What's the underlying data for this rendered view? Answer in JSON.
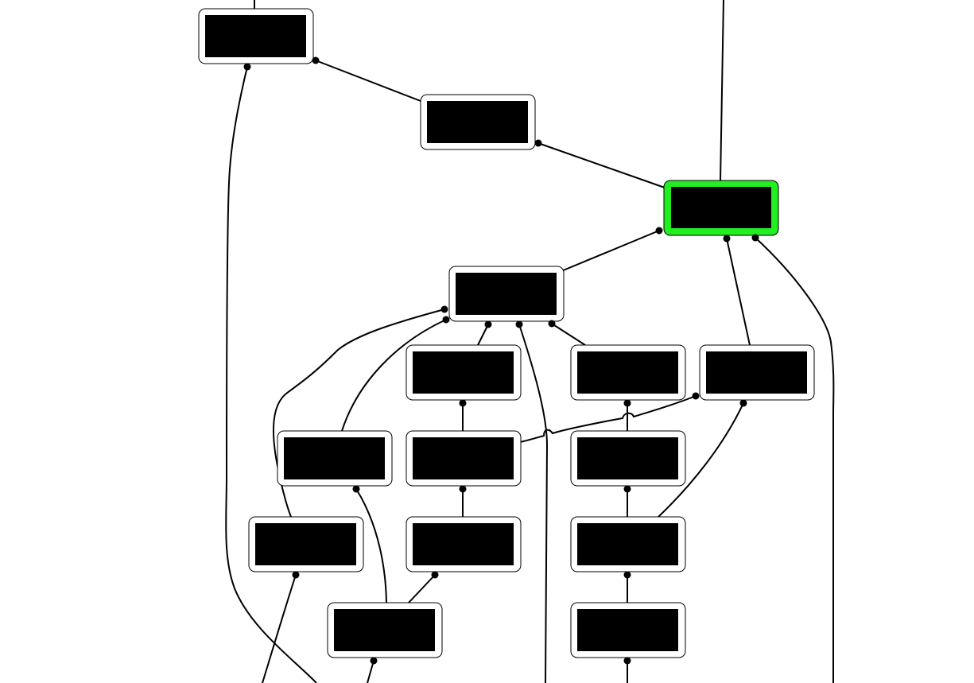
{
  "diagram": {
    "background": "#ffffff",
    "node_fill": "#ffffff",
    "node_border": "#000000",
    "label_fill": "#000000",
    "selected_highlight": "#22ee22",
    "nodes": [
      {
        "id": "n1",
        "label": "",
        "selected": false
      },
      {
        "id": "n2",
        "label": "",
        "selected": false
      },
      {
        "id": "n3",
        "label": "",
        "selected": true
      },
      {
        "id": "n4",
        "label": "",
        "selected": false
      },
      {
        "id": "n5",
        "label": "",
        "selected": false
      },
      {
        "id": "n6",
        "label": "",
        "selected": false
      },
      {
        "id": "n7",
        "label": "",
        "selected": false
      },
      {
        "id": "n8",
        "label": "",
        "selected": false
      },
      {
        "id": "n9",
        "label": "",
        "selected": false
      },
      {
        "id": "n10",
        "label": "",
        "selected": false
      },
      {
        "id": "n11",
        "label": "",
        "selected": false
      },
      {
        "id": "n12",
        "label": "",
        "selected": false
      },
      {
        "id": "n13",
        "label": "",
        "selected": false
      },
      {
        "id": "n14",
        "label": "",
        "selected": false
      },
      {
        "id": "n15",
        "label": "",
        "selected": false
      }
    ],
    "edges": [
      {
        "from": "n1",
        "to": "n2"
      },
      {
        "from": "n2",
        "to": "n3"
      },
      {
        "from": "n3",
        "to": "n4"
      },
      {
        "from": "n3",
        "to": "n7"
      },
      {
        "from": "n4",
        "to": "n5"
      },
      {
        "from": "n4",
        "to": "n6"
      },
      {
        "from": "n4",
        "to": "n8"
      },
      {
        "from": "n4",
        "to": "n11"
      },
      {
        "from": "n5",
        "to": "n9"
      },
      {
        "from": "n9",
        "to": "n12"
      },
      {
        "from": "n12",
        "to": "n14"
      },
      {
        "from": "n6",
        "to": "n10"
      },
      {
        "from": "n10",
        "to": "n13"
      },
      {
        "from": "n13",
        "to": "n15"
      },
      {
        "from": "n7",
        "to": "n9"
      },
      {
        "from": "n7",
        "to": "n13"
      },
      {
        "from": "n8",
        "to": "n14"
      }
    ]
  }
}
